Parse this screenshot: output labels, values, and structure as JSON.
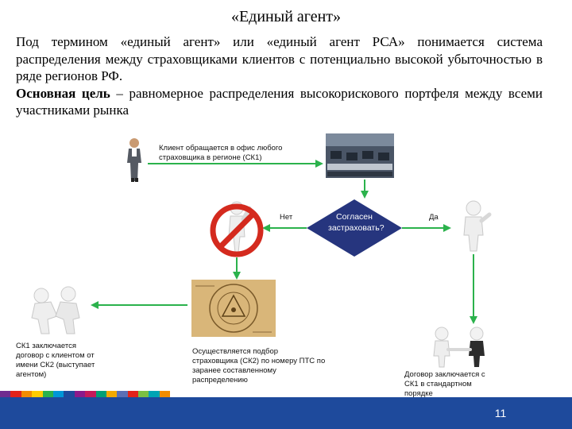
{
  "title": "«Единый агент»",
  "intro": "Под термином «единый агент» или «единый агент РСА» понимается система распределения между страховщиками клиентов с потенциально высокой убыточностью в ряде регионов РФ.",
  "goal_label": "Основная цель",
  "goal_text": " – равномерное распределения высокорискового портфеля между всеми участниками рынка",
  "diagram": {
    "client_label": "Клиент обращается в офис любого страховщика в регионе (СК1)",
    "decision_label": "Согласен застраховать?",
    "no_label": "Нет",
    "yes_label": "Да",
    "agent_label": "СК1 заключается договор с клиентом от имени СК2 (выступает агентом)",
    "selection_label": "Осуществляется подбор страховщика (СК2) по номеру ПТС по заранее составленному распределению",
    "contract_label": "Договор заключается с СК1 в стандартном порядке"
  },
  "colors": {
    "arrow": "#2bb24c",
    "diamond": "#26357e",
    "footer": "#1e4a9c",
    "no_sign": "#d42a1e"
  },
  "color_bar": [
    "#6f2c8f",
    "#e2231a",
    "#f28c00",
    "#ffcc00",
    "#2bb24c",
    "#0097d7",
    "#1e4a9c",
    "#8b1a8b",
    "#c41a5b",
    "#009f75",
    "#f2a900",
    "#5b6fb5",
    "#e2231a",
    "#7ac143",
    "#00a4b4",
    "#f28c00"
  ],
  "page_number": "11"
}
